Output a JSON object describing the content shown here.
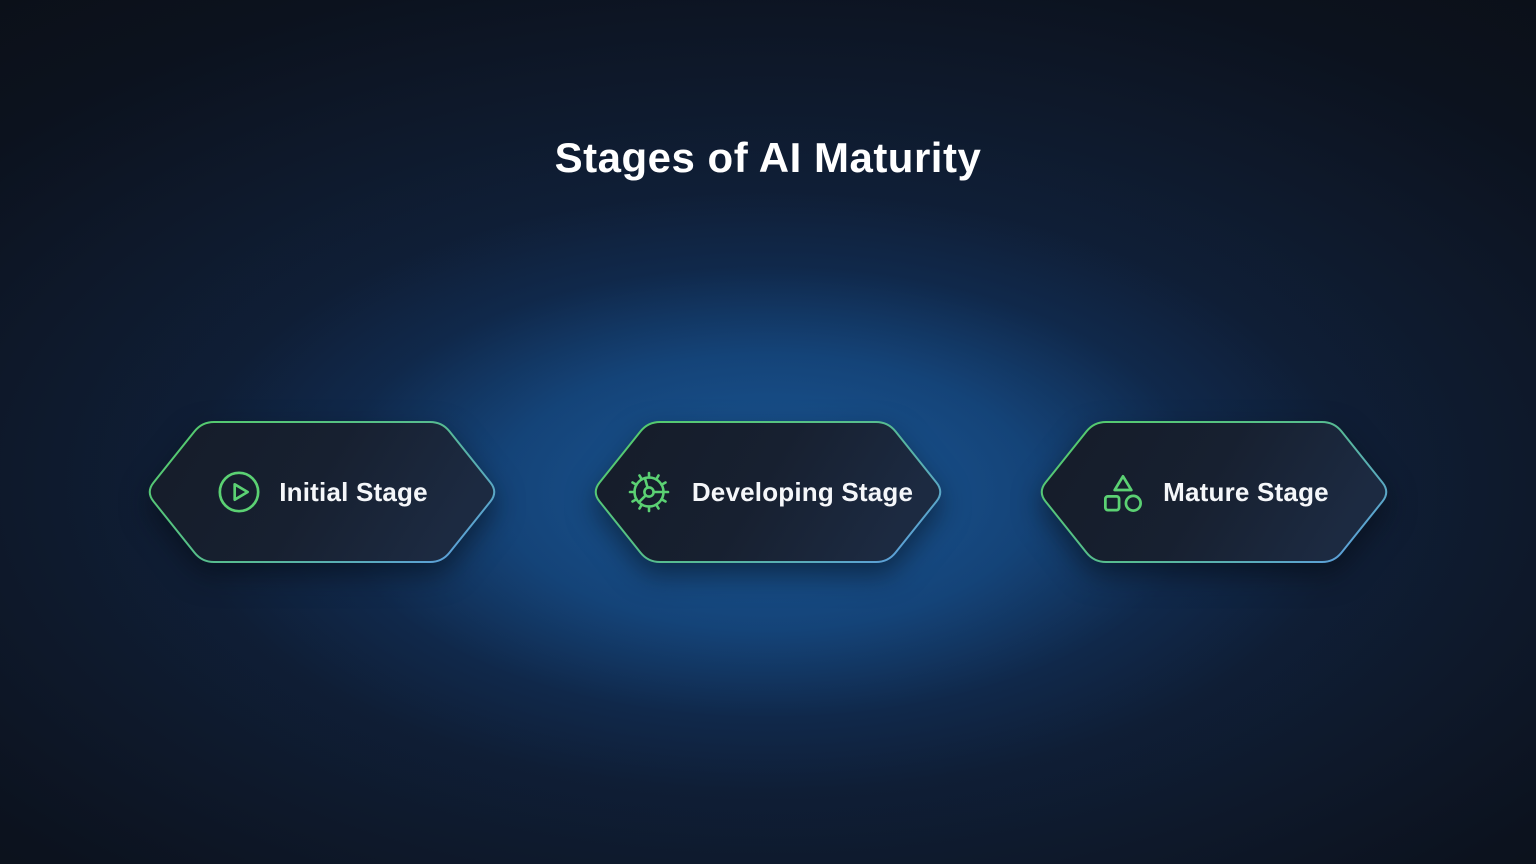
{
  "title": "Stages of AI Maturity",
  "colors": {
    "accent_green": "#5bd173",
    "accent_blue": "#5c9fdb",
    "card_fill_dark": "#151c29",
    "card_fill_light": "#1c2a41",
    "background_center": "#1a5897",
    "background_edge": "#0b1018",
    "text": "#ffffff"
  },
  "stages": [
    {
      "label": "Initial Stage",
      "icon": "play-circle-icon"
    },
    {
      "label": "Developing Stage",
      "icon": "gear-icon"
    },
    {
      "label": "Mature Stage",
      "icon": "shapes-icon"
    }
  ]
}
